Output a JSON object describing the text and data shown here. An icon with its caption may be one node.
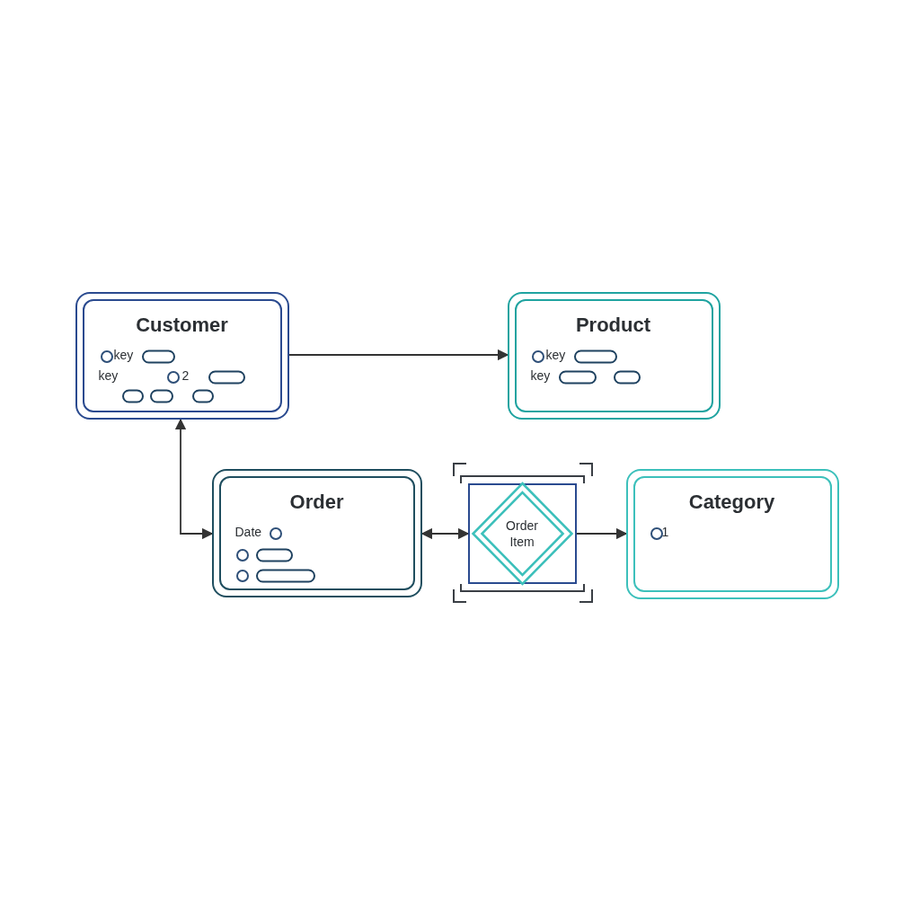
{
  "diagram": {
    "nodes": [
      {
        "text": [
          "Customer",
          "key",
          "key",
          "2"
        ]
      },
      {
        "text": [
          "Product",
          "key",
          "key"
        ]
      },
      {
        "text": [
          "Order",
          "Date"
        ]
      },
      {
        "text": [
          "Order Item"
        ]
      },
      {
        "text": [
          "Category",
          "1"
        ]
      }
    ],
    "edges": [
      {
        "from": 0,
        "to": 1,
        "arrow": "to"
      },
      {
        "from": 0,
        "to": 2,
        "arrow": "both"
      },
      {
        "from": 2,
        "to": 3,
        "arrow": "both"
      },
      {
        "from": 3,
        "to": 4,
        "arrow": "to"
      }
    ]
  }
}
